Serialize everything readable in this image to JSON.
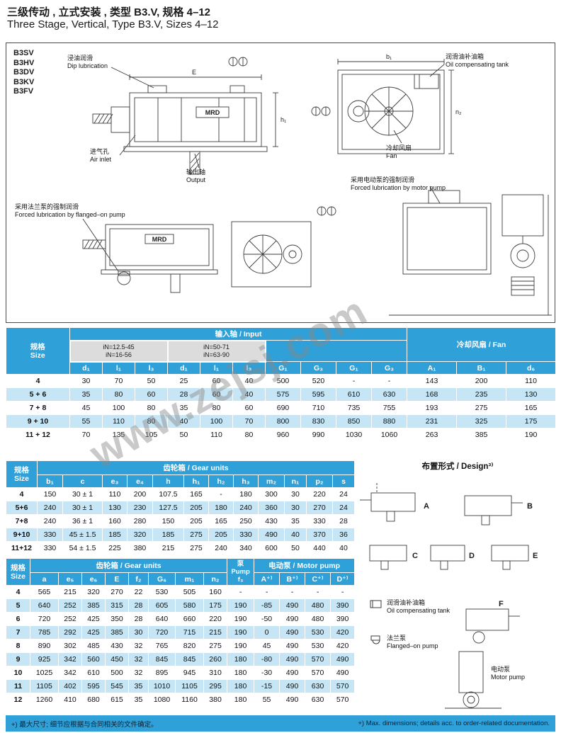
{
  "page": {
    "title_zh": "三级传动 , 立式安装 , 类型 B3.V, 规格 4–12",
    "title_en": "Three Stage, Vertical, Type B3.V, Sizes 4–12",
    "watermark": "www.zejsj.com",
    "footer_note_zh": "+) 最大尺寸; 细节应根据与合同相关的文件确定。",
    "footer_note_en": "+) Max. dimensions; details acc. to order-related documentation."
  },
  "colors": {
    "header_blue": "#2FA0D8",
    "row_blue": "#C6E6F6",
    "subheader_gray": "#DCDCDC"
  },
  "diagram": {
    "models": [
      "B3SV",
      "B3HV",
      "B3DV",
      "B3KV",
      "B3FV"
    ],
    "brand": "MRD",
    "annotations": {
      "dip": {
        "zh": "浸油润滑",
        "en": "Dip lubrication"
      },
      "tank": {
        "zh": "润滑油补油箱",
        "en": "Oil compensating tank"
      },
      "air": {
        "zh": "进气孔",
        "en": "Air inlet"
      },
      "fan": {
        "zh": "冷却风扇",
        "en": "Fan"
      },
      "output": {
        "zh": "输出轴",
        "en": "Output"
      },
      "motor_pump": {
        "zh": "采用电动泵的强制润滑",
        "en": "Forced lubrication by motor pump"
      },
      "flange_pump": {
        "zh": "采用法兰泵的强制润滑",
        "en": "Forced lubrication by flanged–on pump"
      }
    },
    "dims": {
      "d0": "E",
      "d1": "h₁",
      "d2": "b₁",
      "d3": "n₂"
    }
  },
  "table1": {
    "headers": {
      "size_zh": "规格",
      "size_en": "Size",
      "group_input": "输入轴 / Input",
      "group_fan": "冷却风扇 / Fan",
      "range_a1": "iN=12.5-45",
      "range_a2": "iN=16-56",
      "range_b1": "iN=50-71",
      "range_b2": "iN=63-90",
      "cols": [
        "d₁",
        "l₁",
        "l₃",
        "d₁",
        "l₁",
        "l₃",
        "G₁",
        "G₃",
        "G₁",
        "G₃",
        "A₁",
        "B₁",
        "d₆"
      ]
    },
    "rows": [
      [
        "4",
        "30",
        "70",
        "50",
        "25",
        "60",
        "40",
        "500",
        "520",
        "-",
        "-",
        "143",
        "200",
        "110"
      ],
      [
        "5 + 6",
        "35",
        "80",
        "60",
        "28",
        "60",
        "40",
        "575",
        "595",
        "610",
        "630",
        "168",
        "235",
        "130"
      ],
      [
        "7 + 8",
        "45",
        "100",
        "80",
        "35",
        "80",
        "60",
        "690",
        "710",
        "735",
        "755",
        "193",
        "275",
        "165"
      ],
      [
        "9 + 10",
        "55",
        "110",
        "80",
        "40",
        "100",
        "70",
        "800",
        "830",
        "850",
        "880",
        "231",
        "325",
        "175"
      ],
      [
        "11 + 12",
        "70",
        "135",
        "105",
        "50",
        "110",
        "80",
        "960",
        "990",
        "1030",
        "1060",
        "263",
        "385",
        "190"
      ]
    ]
  },
  "table2": {
    "headers": {
      "size_zh": "规格",
      "size_en": "Size",
      "group_gear": "齿轮箱 / Gear units",
      "cols": [
        "b₁",
        "c",
        "e₃",
        "e₄",
        "h",
        "h₁",
        "h₂",
        "h₃",
        "m₂",
        "n₁",
        "p₂",
        "s"
      ]
    },
    "rows": [
      [
        "4",
        "150",
        "30 ± 1",
        "110",
        "200",
        "107.5",
        "165",
        "-",
        "180",
        "300",
        "30",
        "220",
        "24"
      ],
      [
        "5+6",
        "240",
        "30 ± 1",
        "130",
        "230",
        "127.5",
        "205",
        "180",
        "240",
        "360",
        "30",
        "270",
        "24"
      ],
      [
        "7+8",
        "240",
        "36 ± 1",
        "160",
        "280",
        "150",
        "205",
        "165",
        "250",
        "430",
        "35",
        "330",
        "28"
      ],
      [
        "9+10",
        "330",
        "45 ± 1.5",
        "185",
        "320",
        "185",
        "275",
        "205",
        "330",
        "490",
        "40",
        "370",
        "36"
      ],
      [
        "11+12",
        "330",
        "54 ± 1.5",
        "225",
        "380",
        "215",
        "275",
        "240",
        "340",
        "600",
        "50",
        "440",
        "40"
      ]
    ]
  },
  "table3": {
    "headers": {
      "size_zh": "规格",
      "size_en": "Size",
      "group_gear": "齿轮箱 / Gear units",
      "pump_zh": "泵",
      "pump_en": "Pump",
      "pump_sub": "f₃",
      "group_motor": "电动泵 / Motor pump",
      "cols": [
        "a",
        "e₅",
        "e₆",
        "E",
        "f₂",
        "G₆",
        "m₁",
        "n₂",
        "A⁺⁾",
        "B⁺⁾",
        "C⁺⁾",
        "D⁺⁾"
      ]
    },
    "rows": [
      [
        "4",
        "565",
        "215",
        "320",
        "270",
        "22",
        "530",
        "505",
        "160",
        "-",
        "-",
        "-",
        "-",
        "-"
      ],
      [
        "5",
        "640",
        "252",
        "385",
        "315",
        "28",
        "605",
        "580",
        "175",
        "190",
        "-85",
        "490",
        "480",
        "390"
      ],
      [
        "6",
        "720",
        "252",
        "425",
        "350",
        "28",
        "640",
        "660",
        "220",
        "190",
        "-50",
        "490",
        "480",
        "390"
      ],
      [
        "7",
        "785",
        "292",
        "425",
        "385",
        "30",
        "720",
        "715",
        "215",
        "190",
        "0",
        "490",
        "530",
        "420"
      ],
      [
        "8",
        "890",
        "302",
        "485",
        "430",
        "32",
        "765",
        "820",
        "275",
        "190",
        "45",
        "490",
        "530",
        "420"
      ],
      [
        "9",
        "925",
        "342",
        "560",
        "450",
        "32",
        "845",
        "845",
        "260",
        "180",
        "-80",
        "490",
        "570",
        "490"
      ],
      [
        "10",
        "1025",
        "342",
        "610",
        "500",
        "32",
        "895",
        "945",
        "310",
        "180",
        "-30",
        "490",
        "570",
        "490"
      ],
      [
        "11",
        "1105",
        "402",
        "595",
        "545",
        "35",
        "1010",
        "1105",
        "295",
        "180",
        "-15",
        "490",
        "630",
        "570"
      ],
      [
        "12",
        "1260",
        "410",
        "680",
        "615",
        "35",
        "1080",
        "1160",
        "380",
        "180",
        "55",
        "490",
        "630",
        "570"
      ]
    ]
  },
  "design": {
    "title": "布置形式 / Design³⁾",
    "letters": [
      "A",
      "B",
      "C",
      "D",
      "E",
      "F"
    ],
    "legend": {
      "tank": {
        "zh": "润滑油补油箱",
        "en": "Oil compensating tank"
      },
      "flange": {
        "zh": "法兰泵",
        "en": "Flanged–on pump"
      },
      "motor": {
        "zh": "电动泵",
        "en": "Motor pump"
      }
    }
  }
}
